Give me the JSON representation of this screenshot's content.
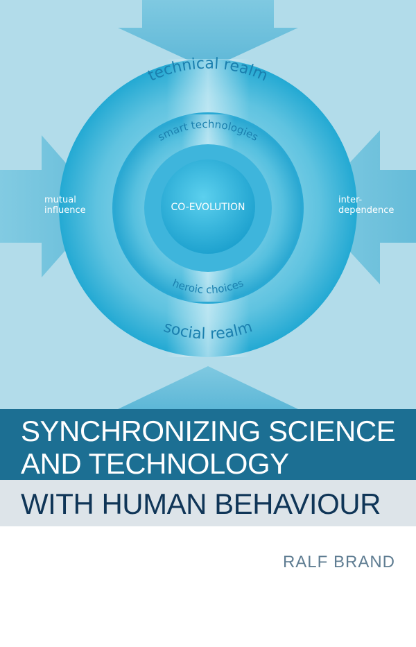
{
  "diagram": {
    "outer_top_label": "technical realm",
    "middle_top_label": "smart technologies",
    "center_label": "CO-EVOLUTION",
    "middle_bottom_label": "heroic choices",
    "outer_bottom_label": "social realm",
    "left_label_line1": "mutual",
    "left_label_line2": "influence",
    "right_label_line1": "inter-",
    "right_label_line2": "dependence"
  },
  "title": {
    "line1": "SYNCHRONIZING SCIENCE",
    "line2": "AND TECHNOLOGY",
    "line3": "WITH HUMAN BEHAVIOUR"
  },
  "author": "RALF BRAND",
  "colors": {
    "background_blue": "#a8d6e6",
    "band_dark": "#1c6f93",
    "band_light": "#dde4e9",
    "title_dark": "#0f3557",
    "author_gray": "#5f7d92"
  }
}
